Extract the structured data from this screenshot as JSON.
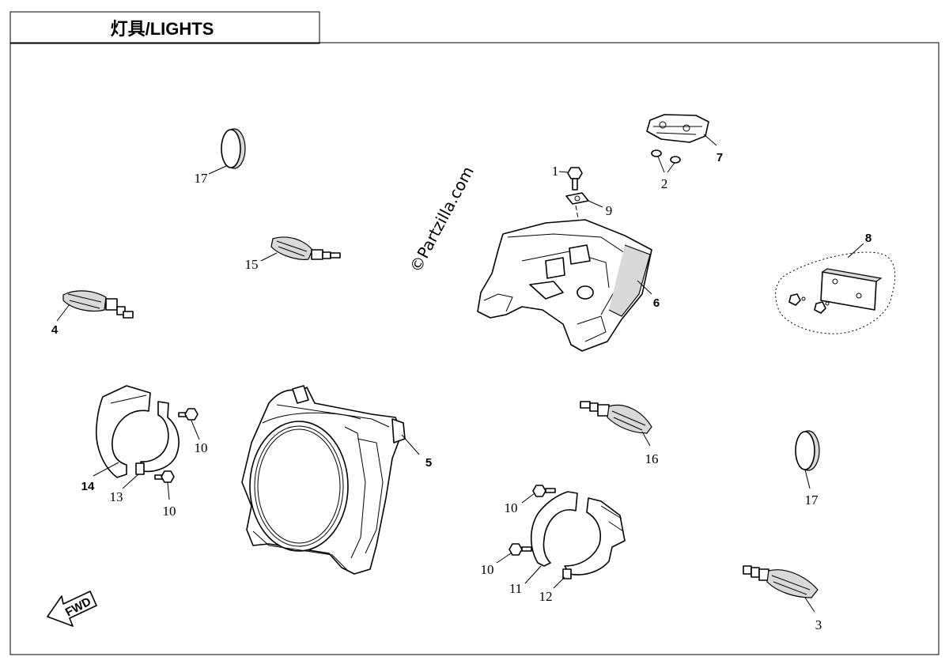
{
  "title": "灯具/LIGHTS",
  "watermark": "©Partzilla.com",
  "fwd_label": "FWD",
  "callouts": {
    "c1": "1",
    "c2": "2",
    "c3": "3",
    "c4": "4",
    "c5": "5",
    "c6": "6",
    "c7": "7",
    "c8": "8",
    "c9": "9",
    "c10a": "10",
    "c10b": "10",
    "c10c": "10",
    "c10d": "10",
    "c11": "11",
    "c12": "12",
    "c13": "13",
    "c14": "14",
    "c15": "15",
    "c16": "16",
    "c17a": "17",
    "c17b": "17"
  },
  "parts": {
    "p1": "bolt",
    "p2": "nut",
    "p3": "turn-signal",
    "p4": "turn-signal",
    "p5": "headlight",
    "p6": "tail-light",
    "p7": "license-light",
    "p8": "reflector",
    "p9": "clip-nut",
    "p10": "bolt",
    "p11": "bracket-half",
    "p12": "bracket-half",
    "p13": "bracket-half",
    "p14": "bracket-half",
    "p15": "turn-signal",
    "p16": "turn-signal",
    "p17": "reflector-round"
  }
}
